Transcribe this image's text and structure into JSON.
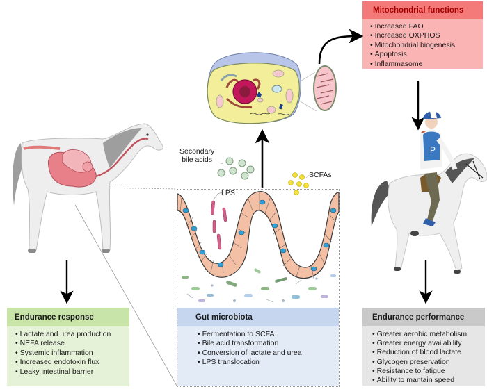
{
  "mitochondrial_functions": {
    "title": "Mitochondrial functions",
    "items": [
      "Increased FAO",
      "Increased OXPHOS",
      "Mitochondrial biogenesis",
      "Apoptosis",
      "Inflammasome"
    ],
    "header_color": "#f47a7a",
    "body_color": "#fbb4b4"
  },
  "endurance_response": {
    "title": "Endurance response",
    "items": [
      "Lactate and urea production",
      "NEFA release",
      "Systemic inflammation",
      "Increased endotoxin flux",
      "Leaky intestinal barrier"
    ],
    "header_color": "#c8e4a8",
    "body_color": "#e6f2d8"
  },
  "gut_microbiota": {
    "title": "Gut microbiota",
    "items": [
      "Fermentation to SCFA",
      "Bile acid transformation",
      "Conversion of lactate and urea",
      "LPS translocation"
    ],
    "header_color": "#c6d6ef",
    "body_color": "#e3ebf7"
  },
  "endurance_performance": {
    "title": "Endurance performance",
    "items": [
      "Greater aerobic metabolism",
      "Greater energy availability",
      "Reduction of blood lactate",
      "Glycogen preservation",
      "Resistance to fatigue",
      "Ability to mantain speed"
    ],
    "header_color": "#c9c9c9",
    "body_color": "#e6e6e6"
  },
  "labels": {
    "secondary_bile_acids": "Secondary\nbile acids",
    "secondary_bile_acids_line1": "Secondary",
    "secondary_bile_acids_line2": "bile acids",
    "scfas": "SCFAs",
    "lps": "LPS"
  }
}
